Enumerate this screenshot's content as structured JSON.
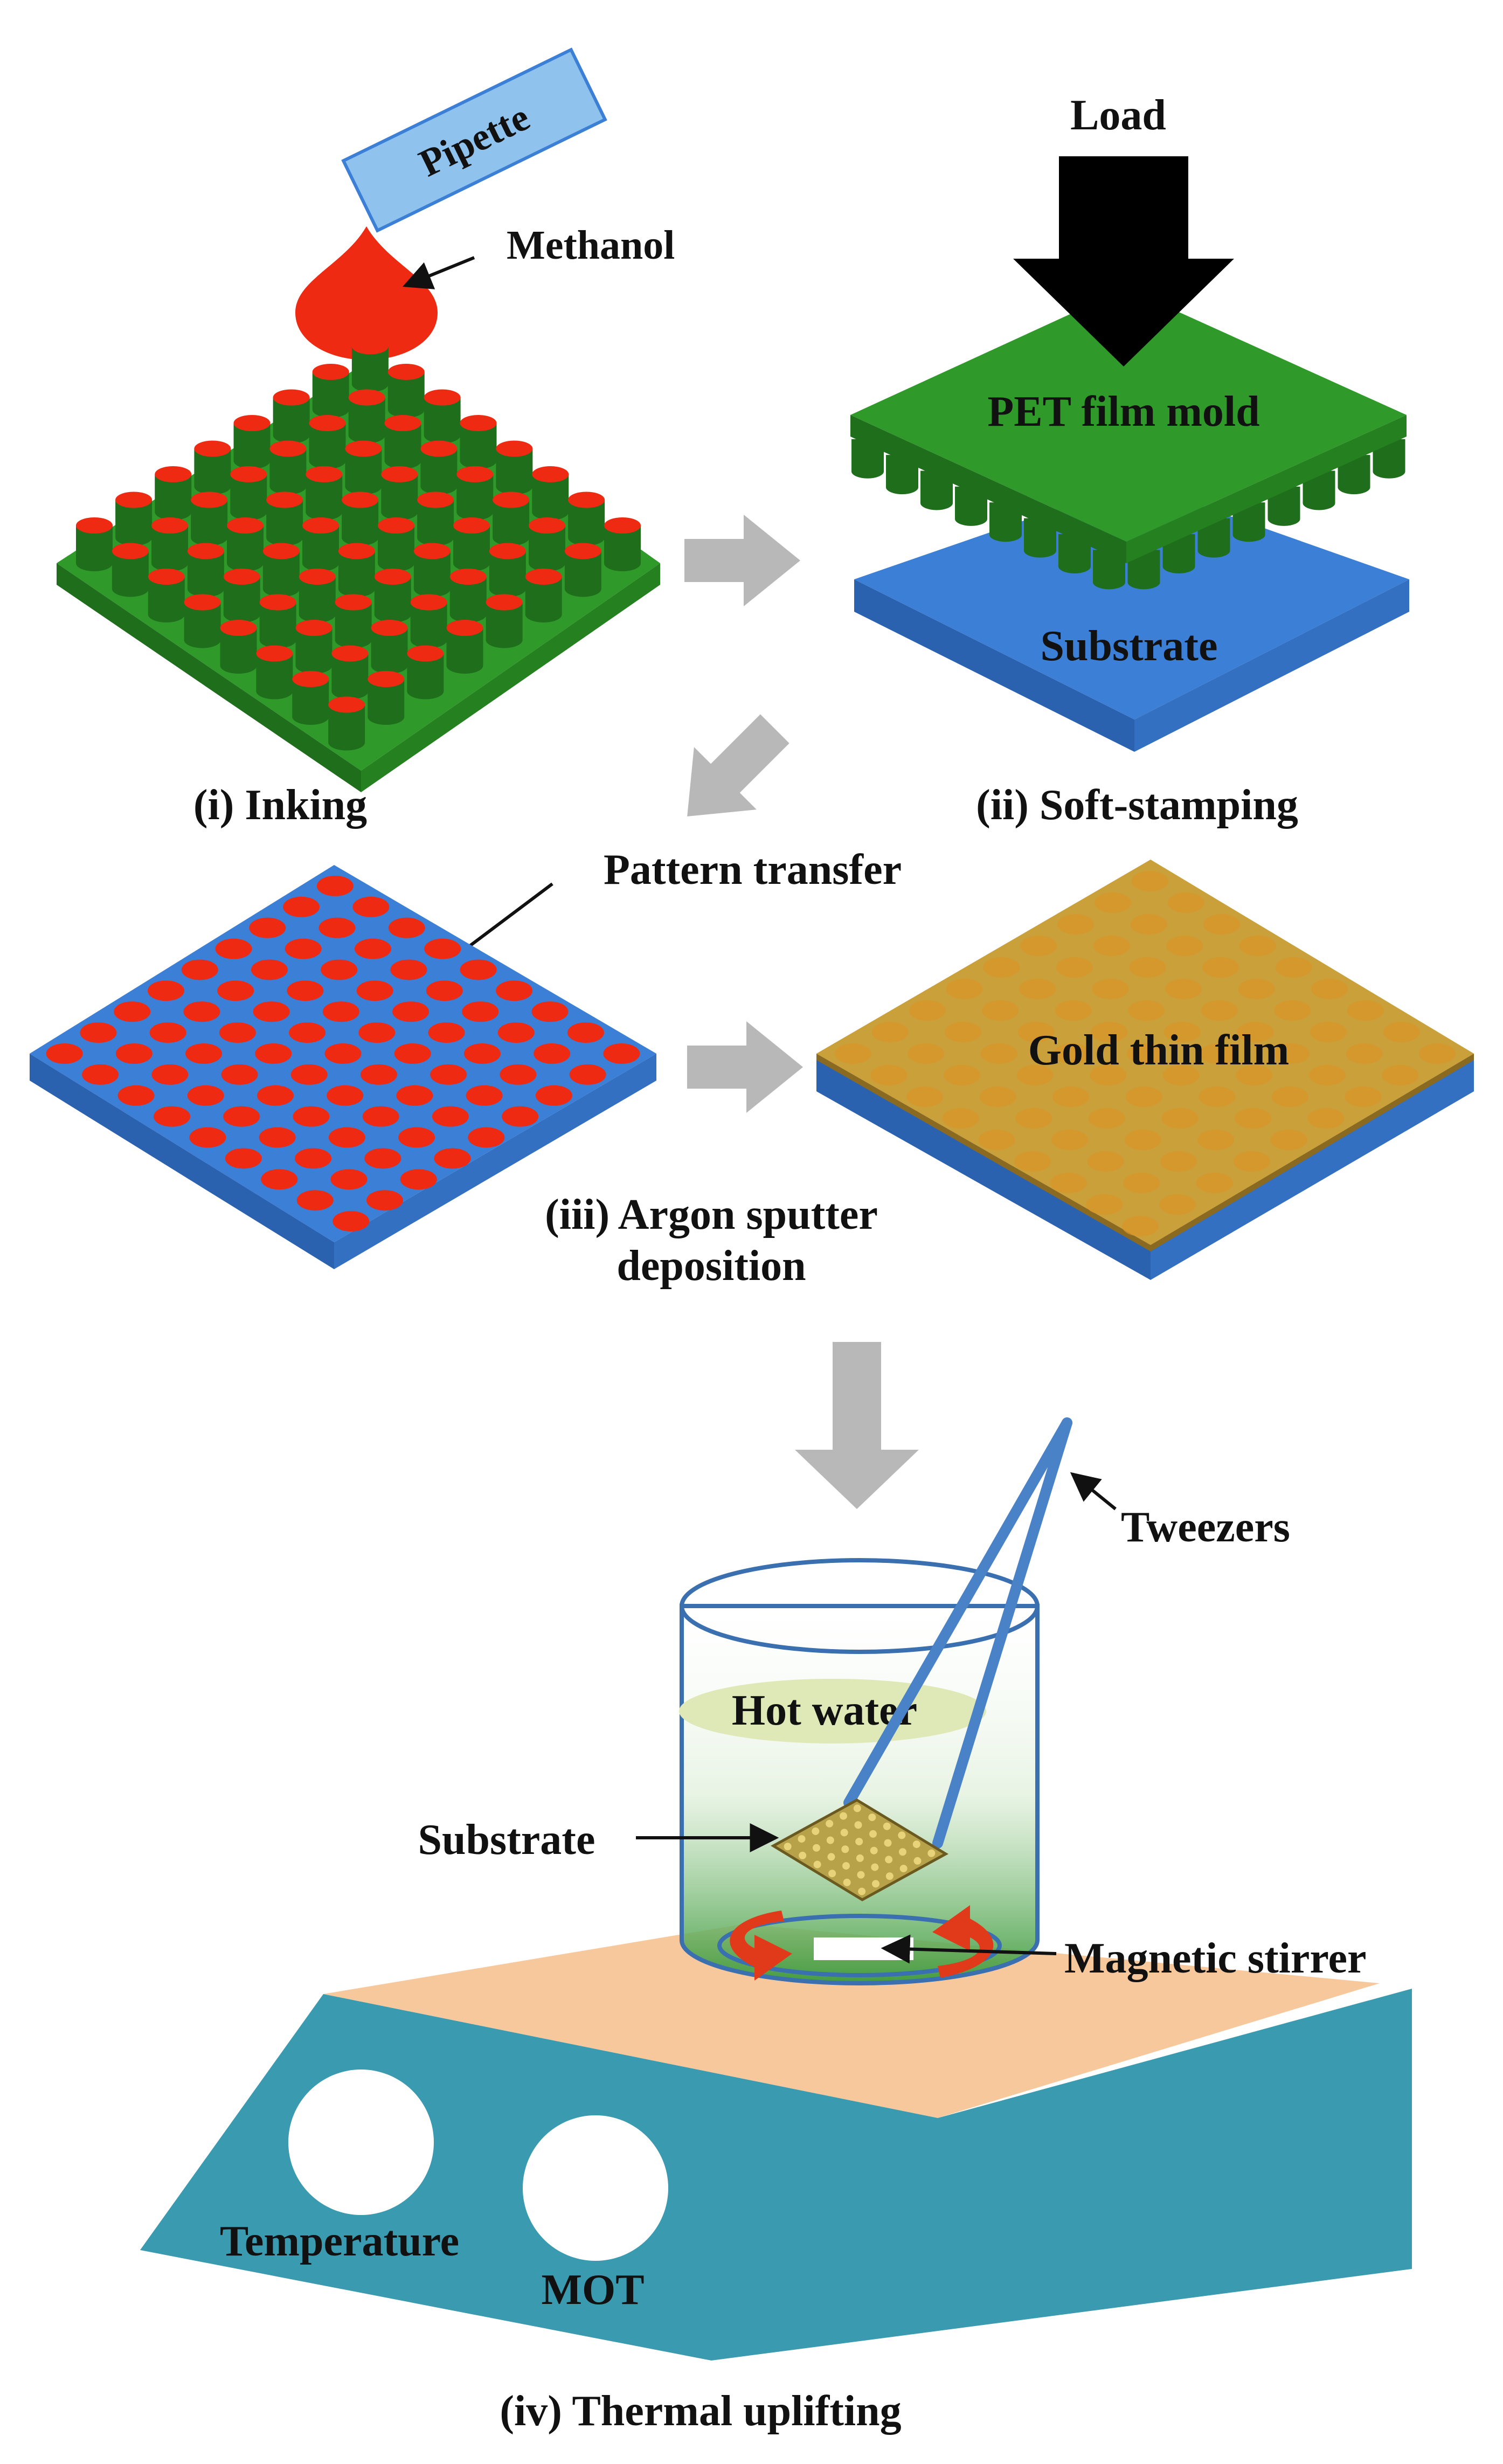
{
  "labels": {
    "pipette": "Pipette",
    "methanol": "Methanol",
    "load": "Load",
    "pet_film_mold": "PET film mold",
    "substrate_top": "Substrate",
    "step1": "(i) Inking",
    "step2": "(ii) Soft-stamping",
    "pattern_transfer": "Pattern transfer",
    "gold_thin_film": "Gold thin film",
    "step3_line1": "(iii) Argon sputter",
    "step3_line2": "deposition",
    "tweezers": "Tweezers",
    "hot_water": "Hot water",
    "substrate_beaker": "Substrate",
    "magnetic_stirrer": "Magnetic stirrer",
    "temperature": "Temperature",
    "mot": "MOT",
    "step4": "(iv) Thermal uplifting"
  },
  "colors": {
    "mold_green": "#2f9a2a",
    "mold_green_dark": "#1f6e1c",
    "ink_red": "#ee2a12",
    "substrate_blue": "#3b7fd6",
    "substrate_blue_dark": "#2a62b0",
    "gold": "#c9a03a",
    "gold_dot": "#d8962a",
    "process_arrow": "#b8b8b8",
    "hotplate_teal": "#3a9ab0",
    "hotplate_top": "#f7c89c",
    "stir_arrow": "#e03a1a"
  }
}
